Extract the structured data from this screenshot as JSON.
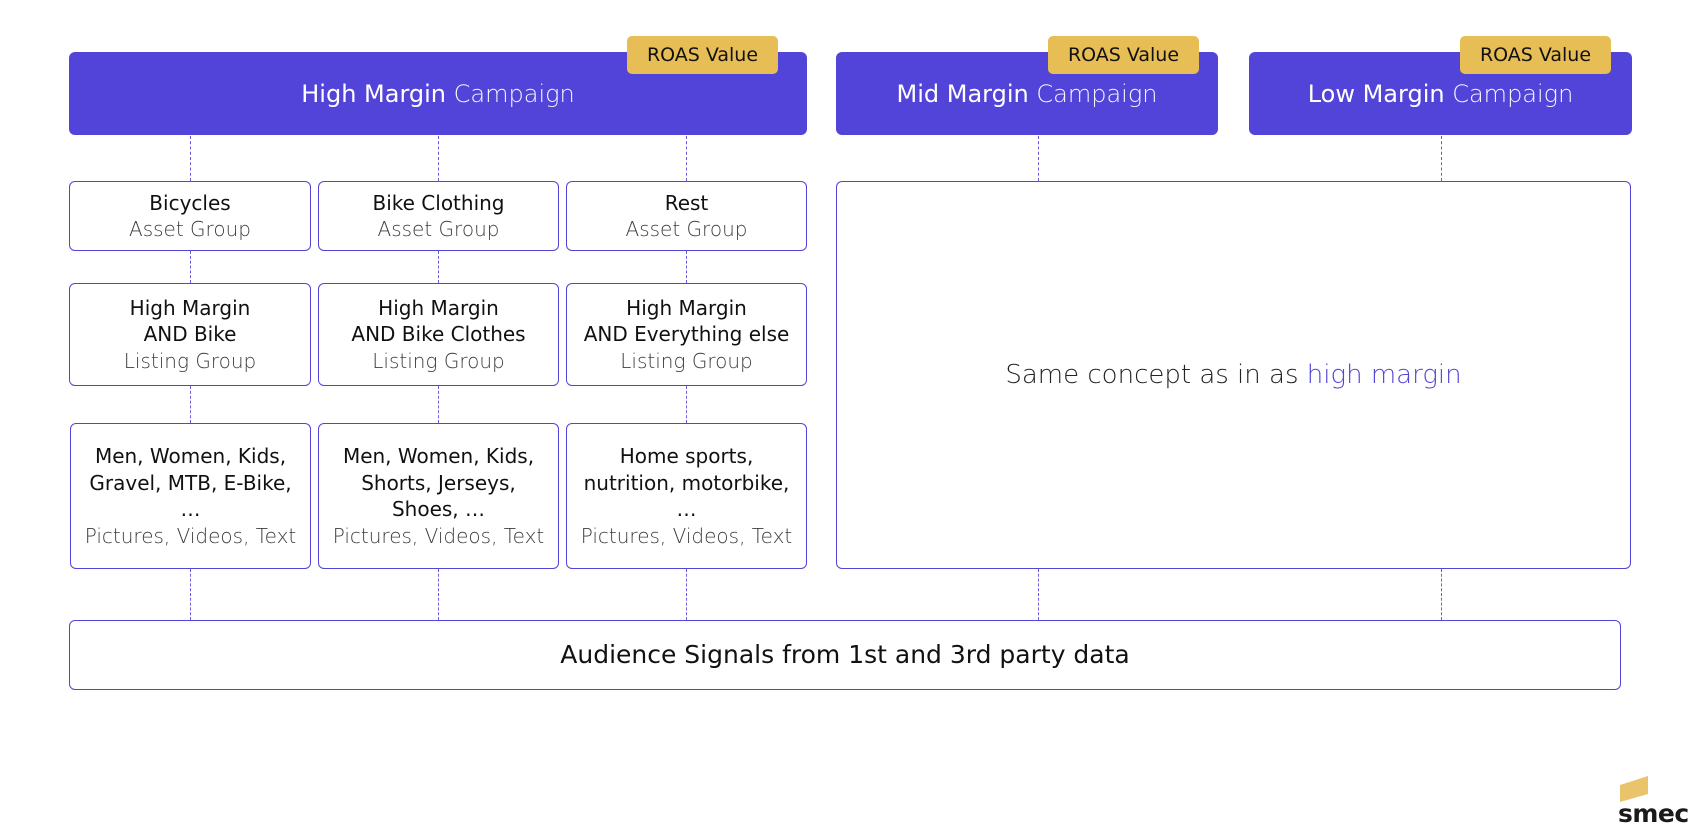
{
  "campaigns": {
    "high": {
      "strong": "High Margin",
      "light": "Campaign",
      "badge": "ROAS Value"
    },
    "mid": {
      "strong": "Mid Margin",
      "light": "Campaign",
      "badge": "ROAS Value"
    },
    "low": {
      "strong": "Low Margin",
      "light": "Campaign",
      "badge": "ROAS Value"
    }
  },
  "asset_groups": [
    {
      "title": "Bicycles",
      "sub": "Asset Group"
    },
    {
      "title": "Bike Clothing",
      "sub": "Asset Group"
    },
    {
      "title": "Rest",
      "sub": "Asset Group"
    }
  ],
  "listing_groups": [
    {
      "line1": "High Margin",
      "line2": "AND Bike",
      "sub": "Listing Group"
    },
    {
      "line1": "High Margin",
      "line2": "AND Bike Clothes",
      "sub": "Listing Group"
    },
    {
      "line1": "High Margin",
      "line2": "AND Everything else",
      "sub": "Listing Group"
    }
  ],
  "assets": [
    {
      "line1": "Men, Women, Kids,",
      "line2": "Gravel, MTB, E-Bike,",
      "line3": "…",
      "sub": "Pictures, Videos, Text"
    },
    {
      "line1": "Men, Women, Kids,",
      "line2": "Shorts, Jerseys,",
      "line3": "Shoes, …",
      "sub": "Pictures, Videos, Text"
    },
    {
      "line1": "Home sports,",
      "line2": "nutrition, motorbike,",
      "line3": "…",
      "sub": "Pictures, Videos, Text"
    }
  ],
  "concept": {
    "text": "Same concept as in as",
    "highlight": "high margin"
  },
  "audience": {
    "text": "Audience Signals from 1st and 3rd party data"
  },
  "logo": {
    "text": "smec"
  },
  "colors": {
    "primary": "#5243d9",
    "badge": "#e7bd55",
    "text": "#111111",
    "logo_accent": "#e9c46a"
  }
}
